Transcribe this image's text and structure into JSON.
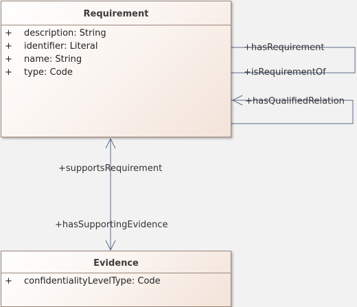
{
  "classes": {
    "requirement": {
      "name": "Requirement",
      "attributes": [
        {
          "visibility": "+",
          "text": "description: String"
        },
        {
          "visibility": "+",
          "text": "identifier: Literal"
        },
        {
          "visibility": "+",
          "text": "name: String"
        },
        {
          "visibility": "+",
          "text": "type: Code"
        }
      ]
    },
    "evidence": {
      "name": "Evidence",
      "attributes": [
        {
          "visibility": "+",
          "text": "confidentialityLevelType: Code"
        }
      ]
    }
  },
  "relations": {
    "has_requirement": "+hasRequirement",
    "is_requirement_of": "+isRequirementOf",
    "has_qualified_relation": "+hasQualifiedRelation",
    "supports_requirement": "+supportsRequirement",
    "has_supporting_evidence": "+hasSupportingEvidence"
  },
  "colors": {
    "line": "#5a6a8a",
    "class_border": "#9a8478",
    "canvas": "#f2f2f2"
  }
}
